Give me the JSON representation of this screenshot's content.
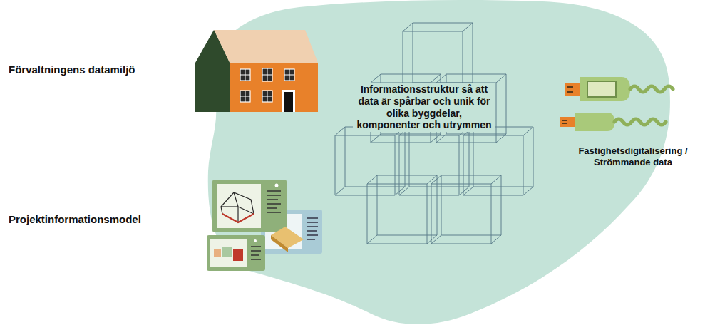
{
  "diagram": {
    "labels": [
      "Förvaltningens datamiljö",
      "Informationsstruktur så att data är spårbar och unik för olika byggdelar, komponenter och utrymmen",
      "Fastighetsdigitalisering / Strömmande data",
      "Projektinformationsmodel"
    ]
  }
}
